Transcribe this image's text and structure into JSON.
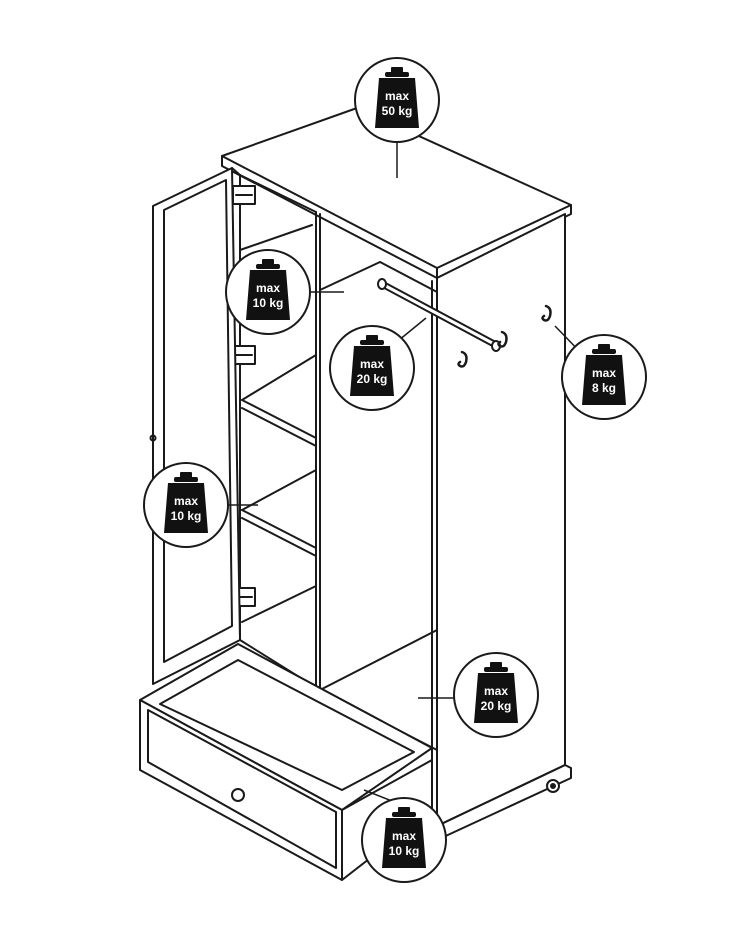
{
  "diagram": {
    "subject": "wardrobe",
    "colors": {
      "line": "#1a1a1a",
      "weight_icon": "#111111",
      "background": "#ffffff"
    },
    "icon": "weight-icon",
    "callouts": [
      {
        "id": "top",
        "target": "top-surface",
        "line1": "max",
        "line2": "50 kg"
      },
      {
        "id": "upper-shelf",
        "target": "upper-shelf",
        "line1": "max",
        "line2": "10 kg"
      },
      {
        "id": "rail",
        "target": "hanging-rail",
        "line1": "max",
        "line2": "20 kg"
      },
      {
        "id": "hooks",
        "target": "side-hooks",
        "line1": "max",
        "line2": "8 kg"
      },
      {
        "id": "mid-shelf",
        "target": "middle-shelf",
        "line1": "max",
        "line2": "10 kg"
      },
      {
        "id": "floor",
        "target": "wardrobe-floor",
        "line1": "max",
        "line2": "20 kg"
      },
      {
        "id": "drawer",
        "target": "drawer",
        "line1": "max",
        "line2": "10 kg"
      }
    ]
  }
}
